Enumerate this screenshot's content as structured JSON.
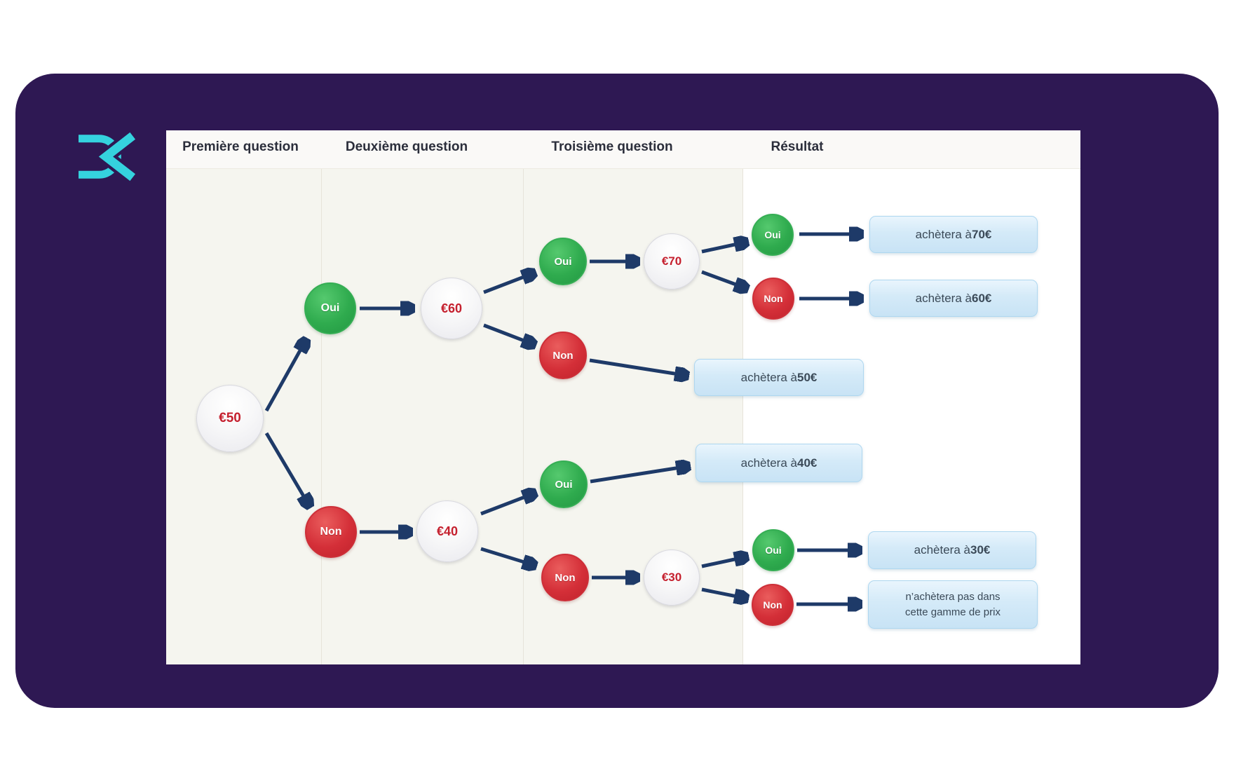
{
  "header": {
    "columns": [
      "Première question",
      "Deuxième question",
      "Troisième question",
      "Résultat"
    ]
  },
  "tree": {
    "root": {
      "question": "€50"
    },
    "yes": {
      "answer": "Oui",
      "question": "€60",
      "yes": {
        "answer": "Oui",
        "question": "€70",
        "yes": {
          "answer": "Oui",
          "result": {
            "text": "achètera à ",
            "price": "70€"
          }
        },
        "no": {
          "answer": "Non",
          "result": {
            "text": "achètera à ",
            "price": "60€"
          }
        }
      },
      "no": {
        "answer": "Non",
        "result": {
          "text": "achètera à ",
          "price": "50€"
        }
      }
    },
    "no": {
      "answer": "Non",
      "question": "€40",
      "yes": {
        "answer": "Oui",
        "result": {
          "text": "achètera à ",
          "price": "40€"
        }
      },
      "no": {
        "answer": "Non",
        "question": "€30",
        "yes": {
          "answer": "Oui",
          "result": {
            "text": "achètera à ",
            "price": "30€"
          }
        },
        "no": {
          "answer": "Non",
          "result": {
            "line1": "n’achètera pas dans",
            "line2": "cette gamme de prix"
          }
        }
      }
    }
  },
  "colors": {
    "frame_purple": "#2e1853",
    "logo_teal": "#35d2de",
    "lane_beige": "#f5f5ef",
    "arrow_navy": "#1e3a68",
    "yes_green": "#2fab4e",
    "no_red": "#d42f38",
    "question_text_red": "#c5202e",
    "result_fill_blue": "#d4eaf8",
    "result_border_blue": "#aed7f0"
  }
}
